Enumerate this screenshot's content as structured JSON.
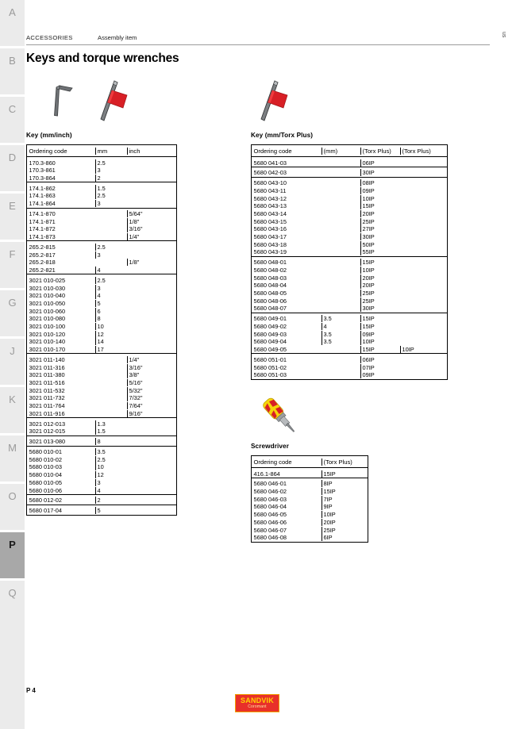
{
  "header": {
    "section": "ACCESSORIES",
    "item": "Assembly item",
    "title": "Keys and torque wrenches",
    "edge_mark": "us"
  },
  "sidebar": {
    "items": [
      {
        "label": "A",
        "active": false
      },
      {
        "label": "B",
        "active": false
      },
      {
        "label": "C",
        "active": false
      },
      {
        "label": "D",
        "active": false
      },
      {
        "label": "E",
        "active": false
      },
      {
        "label": "F",
        "active": false
      },
      {
        "label": "G",
        "active": false
      },
      {
        "label": "J",
        "active": false
      },
      {
        "label": "K",
        "active": false
      },
      {
        "label": "M",
        "active": false
      },
      {
        "label": "O",
        "active": false
      },
      {
        "label": "P",
        "active": true
      },
      {
        "label": "Q",
        "active": false
      }
    ]
  },
  "sections": {
    "key_mm_inch": {
      "caption": "Key (mm/inch)",
      "columns": [
        "Ordering code",
        "mm",
        "inch"
      ],
      "groups": [
        [
          [
            "170.3-860",
            "2.5",
            ""
          ],
          [
            "170.3-861",
            "3",
            ""
          ],
          [
            "170.3-864",
            "2",
            ""
          ]
        ],
        [
          [
            "174.1-862",
            "1.5",
            ""
          ],
          [
            "174.1-863",
            "2.5",
            ""
          ],
          [
            "174.1-864",
            "3",
            ""
          ]
        ],
        [
          [
            "174.1-870",
            "",
            "5/64\""
          ],
          [
            "174.1-871",
            "",
            "1/8\""
          ],
          [
            "174.1-872",
            "",
            "3/16\""
          ],
          [
            "174.1-873",
            "",
            "1/4\""
          ]
        ],
        [
          [
            "265.2-815",
            "2.5",
            ""
          ],
          [
            "265.2-817",
            "3",
            ""
          ],
          [
            "265.2-818",
            "",
            "1/8\""
          ],
          [
            "265.2-821",
            "4",
            ""
          ]
        ],
        [
          [
            "3021 010-025",
            "2.5",
            ""
          ],
          [
            "3021 010-030",
            "3",
            ""
          ],
          [
            "3021 010-040",
            "4",
            ""
          ],
          [
            "3021 010-050",
            "5",
            ""
          ],
          [
            "3021 010-060",
            "6",
            ""
          ],
          [
            "3021 010-080",
            "8",
            ""
          ],
          [
            "3021 010-100",
            "10",
            ""
          ],
          [
            "3021 010-120",
            "12",
            ""
          ],
          [
            "3021 010-140",
            "14",
            ""
          ],
          [
            "3021 010-170",
            "17",
            ""
          ]
        ],
        [
          [
            "3021 011-140",
            "",
            "1/4\""
          ],
          [
            "3021 011-316",
            "",
            "3/16\""
          ],
          [
            "3021 011-380",
            "",
            "3/8\""
          ],
          [
            "3021 011-516",
            "",
            "5/16\""
          ],
          [
            "3021 011-532",
            "",
            "5/32\""
          ],
          [
            "3021 011-732",
            "",
            "7/32\""
          ],
          [
            "3021 011-764",
            "",
            "7/64\""
          ],
          [
            "3021 011-916",
            "",
            "9/16\""
          ]
        ],
        [
          [
            "3021 012-013",
            "1.3",
            ""
          ],
          [
            "3021 012-015",
            "1.5",
            ""
          ]
        ],
        [
          [
            "3021 013-080",
            "8",
            ""
          ]
        ],
        [
          [
            "5680 010-01",
            "3.5",
            ""
          ],
          [
            "5680 010-02",
            "2.5",
            ""
          ],
          [
            "5680 010-03",
            "10",
            ""
          ],
          [
            "5680 010-04",
            "12",
            ""
          ],
          [
            "5680 010-05",
            "3",
            ""
          ],
          [
            "5680 010-06",
            "4",
            ""
          ]
        ],
        [
          [
            "5680 012-02",
            "2",
            ""
          ]
        ],
        [
          [
            "5680 017-04",
            "5",
            ""
          ]
        ]
      ]
    },
    "key_mm_torx": {
      "caption": "Key (mm/Torx Plus)",
      "columns": [
        "Ordering code",
        "(mm)",
        "(Torx Plus)",
        "(Torx Plus)"
      ],
      "groups": [
        [
          [
            "5680 041-03",
            "",
            "06IP",
            ""
          ]
        ],
        [
          [
            "5680 042-03",
            "",
            "30IP",
            ""
          ]
        ],
        [
          [
            "5680 043-10",
            "",
            "08IP",
            ""
          ],
          [
            "5680 043-11",
            "",
            "09IP",
            ""
          ],
          [
            "5680 043-12",
            "",
            "10IP",
            ""
          ],
          [
            "5680 043-13",
            "",
            "15IP",
            ""
          ],
          [
            "5680 043-14",
            "",
            "20IP",
            ""
          ],
          [
            "5680 043-15",
            "",
            "25IP",
            ""
          ],
          [
            "5680 043-16",
            "",
            "27IP",
            ""
          ],
          [
            "5680 043-17",
            "",
            "30IP",
            ""
          ],
          [
            "5680 043-18",
            "",
            "50IP",
            ""
          ],
          [
            "5680 043-19",
            "",
            "55IP",
            ""
          ]
        ],
        [
          [
            "5680 048-01",
            "",
            "15IP",
            ""
          ],
          [
            "5680 048-02",
            "",
            "10IP",
            ""
          ],
          [
            "5680 048-03",
            "",
            "20IP",
            ""
          ],
          [
            "5680 048-04",
            "",
            "20IP",
            ""
          ],
          [
            "5680 048-05",
            "",
            "25IP",
            ""
          ],
          [
            "5680 048-06",
            "",
            "25IP",
            ""
          ],
          [
            "5680 048-07",
            "",
            "30IP",
            ""
          ]
        ],
        [
          [
            "5680 049-01",
            "3.5",
            "15IP",
            ""
          ],
          [
            "5680 049-02",
            "4",
            "15IP",
            ""
          ],
          [
            "5680 049-03",
            "3.5",
            "09IP",
            ""
          ],
          [
            "5680 049-04",
            "3.5",
            "10IP",
            ""
          ],
          [
            "5680 049-05",
            "",
            "15IP",
            "10IP"
          ]
        ],
        [
          [
            "5680 051-01",
            "",
            "06IP",
            ""
          ],
          [
            "5680 051-02",
            "",
            "07IP",
            ""
          ],
          [
            "5680 051-03",
            "",
            "09IP",
            ""
          ]
        ]
      ]
    },
    "screwdriver": {
      "caption": "Screwdriver",
      "columns": [
        "Ordering code",
        "(Torx Plus)"
      ],
      "groups": [
        [
          [
            "416.1-864",
            "15IP"
          ]
        ],
        [
          [
            "5680 046-01",
            "8IP"
          ],
          [
            "5680 046-02",
            "15IP"
          ],
          [
            "5680 046-03",
            "7IP"
          ],
          [
            "5680 046-04",
            "9IP"
          ],
          [
            "5680 046-05",
            "10IP"
          ],
          [
            "5680 046-06",
            "20IP"
          ],
          [
            "5680 046-07",
            "25IP"
          ],
          [
            "5680 046-08",
            "6IP"
          ]
        ]
      ]
    }
  },
  "footer": {
    "folio": "P 4",
    "logo_main": "SANDVIK",
    "logo_sub": "Coromant"
  },
  "colors": {
    "flag_red": "#d81f26",
    "handle_yellow": "#f5d40a",
    "handle_red": "#d81f26",
    "logo_red": "#e8302a",
    "logo_yellow": "#ffd200",
    "tab_inactive": "#ebebeb",
    "tab_active": "#a8a8a8"
  }
}
